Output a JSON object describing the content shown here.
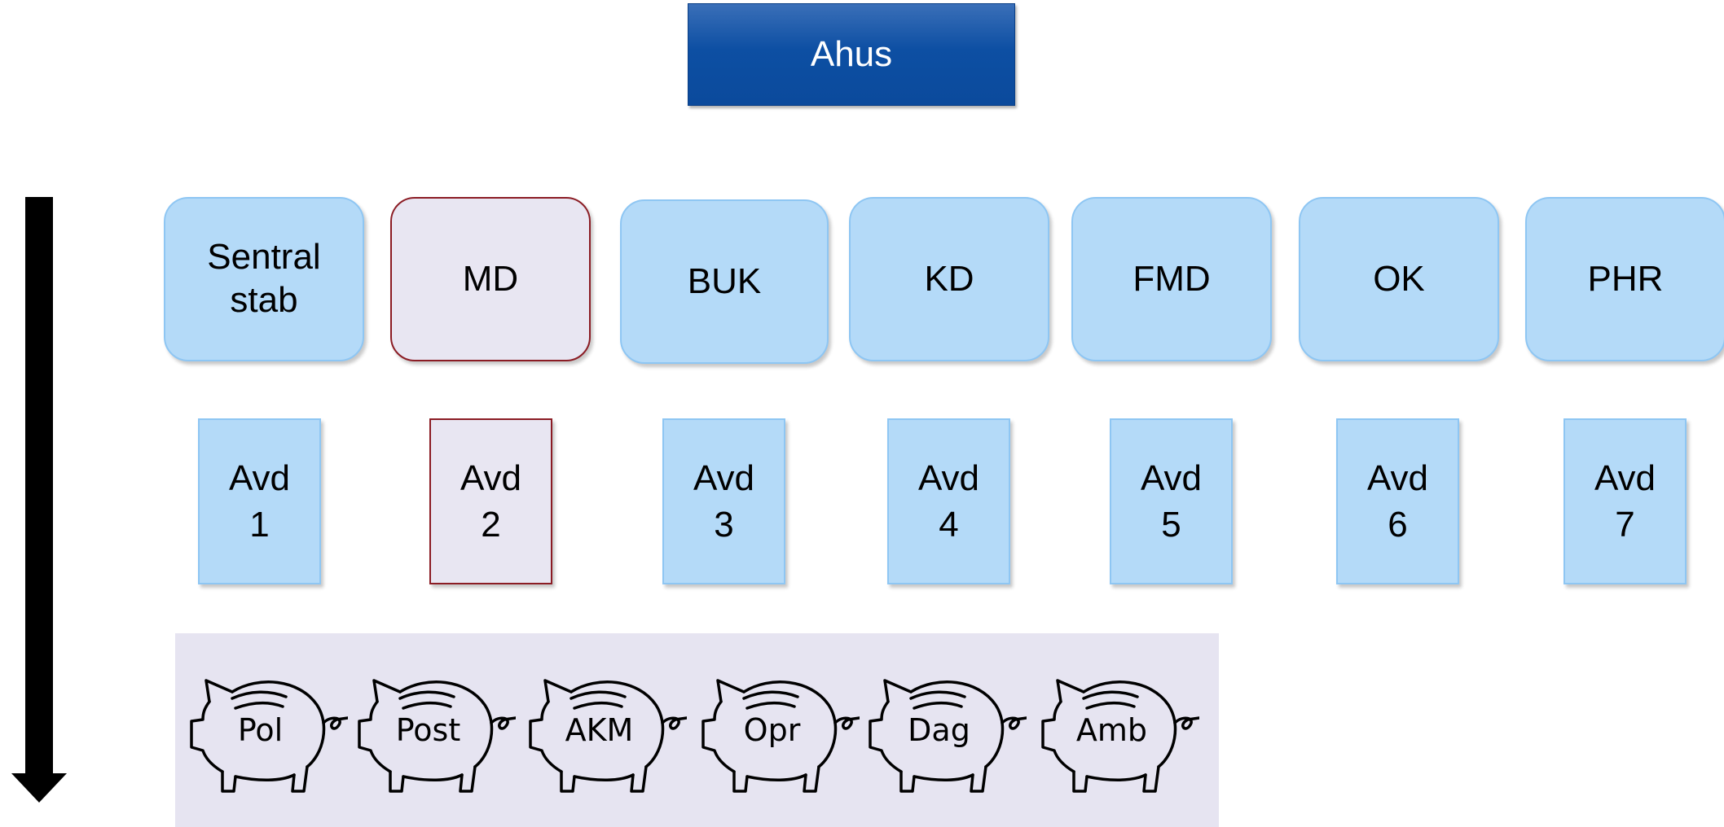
{
  "title": "Ahus",
  "divisions": [
    {
      "label": "Sentral\nstab",
      "highlight": false
    },
    {
      "label": "MD",
      "highlight": true
    },
    {
      "label": "BUK",
      "highlight": false
    },
    {
      "label": "KD",
      "highlight": false
    },
    {
      "label": "FMD",
      "highlight": false
    },
    {
      "label": "OK",
      "highlight": false
    },
    {
      "label": "PHR",
      "highlight": false
    }
  ],
  "departments": [
    {
      "label": "Avd\n1",
      "highlight": false
    },
    {
      "label": "Avd\n2",
      "highlight": true
    },
    {
      "label": "Avd\n3",
      "highlight": false
    },
    {
      "label": "Avd\n4",
      "highlight": false
    },
    {
      "label": "Avd\n5",
      "highlight": false
    },
    {
      "label": "Avd\n6",
      "highlight": false
    },
    {
      "label": "Avd\n7",
      "highlight": false
    }
  ],
  "cost_centers": [
    "Pol",
    "Post",
    "AKM",
    "Opr",
    "Dag",
    "Amb"
  ],
  "icons": {
    "arrow": "down-arrow-icon",
    "cost_center": "piggy-bank-icon"
  },
  "colors": {
    "title_bg": "#0b4a9c",
    "box_bg": "#b4daf8",
    "highlight_bg": "#e8e6f2",
    "highlight_border": "#8b1c24",
    "panel_bg": "#e6e4f1"
  }
}
